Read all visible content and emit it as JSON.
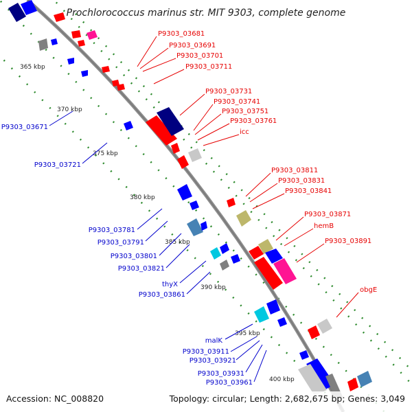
{
  "title": "Prochlorococcus marinus str. MIT 9303, complete genome",
  "footer": {
    "accession": "Accession: NC_008820",
    "summary": "Topology: circular; Length: 2,682,675 bp; Genes: 3,049"
  },
  "scale_labels": [
    "365 kbp",
    "370 kbp",
    "375 kbp",
    "380 kbp",
    "385 kbp",
    "390 kbp",
    "395 kbp",
    "400 kbp"
  ],
  "forward_labels": [
    "P9303_03681",
    "P9303_03691",
    "P9303_03701",
    "P9303_03711",
    "P9303_03731",
    "P9303_03741",
    "P9303_03751",
    "P9303_03761",
    "icc",
    "P9303_03811",
    "P9303_03831",
    "P9303_03841",
    "P9303_03871",
    "hemB",
    "P9303_03891",
    "obgE"
  ],
  "reverse_labels": [
    "P9303_03671",
    "P9303_03721",
    "P9303_03781",
    "P9303_03791",
    "P9303_03801",
    "P9303_03821",
    "thyX",
    "P9303_03861",
    "malK",
    "P9303_03911",
    "P9303_03921",
    "P9303_03931",
    "P9303_03961"
  ],
  "colors": {
    "forward_label": "#e60000",
    "reverse_label": "#0000cc",
    "backbone": "#8c8c8c",
    "tick": "#2e8b2e",
    "gene_red": "#ff0000",
    "gene_blue": "#0000ff",
    "gene_navy": "#000080",
    "gene_pink": "#ff1493",
    "gene_steel": "#4682b4",
    "gene_khaki": "#bdb76b",
    "gene_cyan": "#00c8e0",
    "gene_gray": "#808080",
    "gene_lightgray": "#c8c8c8"
  }
}
